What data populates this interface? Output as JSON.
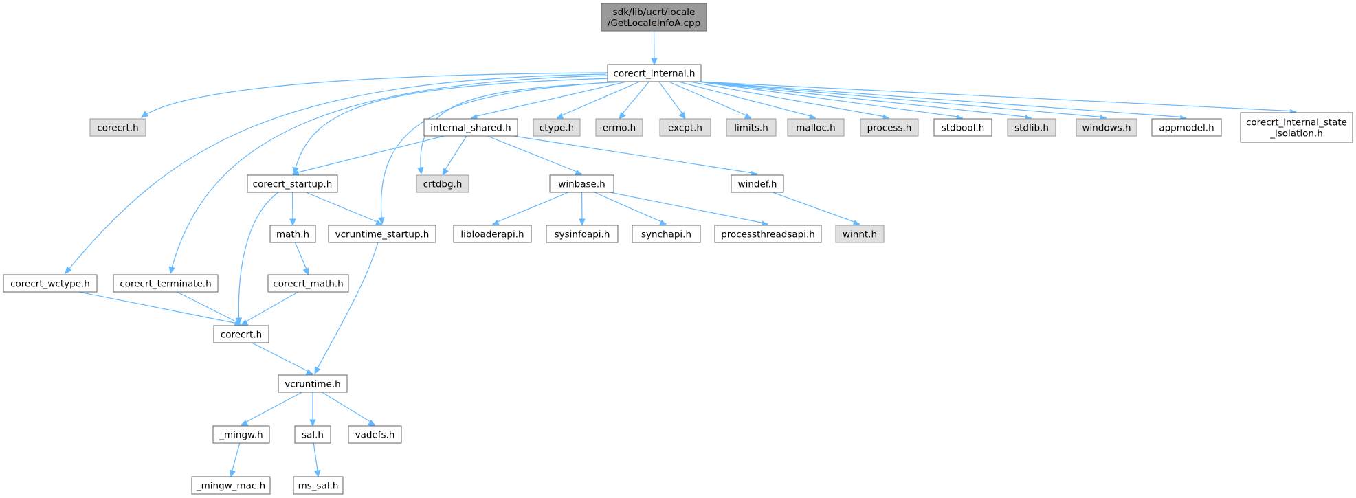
{
  "diagram": {
    "type": "include-dependency-graph",
    "nodes": [
      {
        "id": "root",
        "lines": [
          "sdk/lib/ucrt/locale",
          "/GetLocaleInfoA.cpp"
        ],
        "kind": "main"
      },
      {
        "id": "corecrt_internal",
        "lines": [
          "corecrt_internal.h"
        ],
        "kind": "link"
      },
      {
        "id": "corecrt_top",
        "lines": [
          "corecrt.h"
        ],
        "kind": "external"
      },
      {
        "id": "internal_shared",
        "lines": [
          "internal_shared.h"
        ],
        "kind": "link"
      },
      {
        "id": "ctype",
        "lines": [
          "ctype.h"
        ],
        "kind": "external"
      },
      {
        "id": "errno",
        "lines": [
          "errno.h"
        ],
        "kind": "external"
      },
      {
        "id": "excpt",
        "lines": [
          "excpt.h"
        ],
        "kind": "external"
      },
      {
        "id": "limits",
        "lines": [
          "limits.h"
        ],
        "kind": "external"
      },
      {
        "id": "malloc",
        "lines": [
          "malloc.h"
        ],
        "kind": "external"
      },
      {
        "id": "process",
        "lines": [
          "process.h"
        ],
        "kind": "external"
      },
      {
        "id": "stdbool",
        "lines": [
          "stdbool.h"
        ],
        "kind": "link"
      },
      {
        "id": "stdlib",
        "lines": [
          "stdlib.h"
        ],
        "kind": "external"
      },
      {
        "id": "windows",
        "lines": [
          "windows.h"
        ],
        "kind": "external"
      },
      {
        "id": "appmodel",
        "lines": [
          "appmodel.h"
        ],
        "kind": "link"
      },
      {
        "id": "state_isolation",
        "lines": [
          "corecrt_internal_state",
          "_isolation.h"
        ],
        "kind": "link"
      },
      {
        "id": "corecrt_startup",
        "lines": [
          "corecrt_startup.h"
        ],
        "kind": "link"
      },
      {
        "id": "crtdbg",
        "lines": [
          "crtdbg.h"
        ],
        "kind": "external"
      },
      {
        "id": "winbase",
        "lines": [
          "winbase.h"
        ],
        "kind": "link"
      },
      {
        "id": "windef",
        "lines": [
          "windef.h"
        ],
        "kind": "link"
      },
      {
        "id": "math",
        "lines": [
          "math.h"
        ],
        "kind": "link"
      },
      {
        "id": "vcruntime_startup",
        "lines": [
          "vcruntime_startup.h"
        ],
        "kind": "link"
      },
      {
        "id": "libloaderapi",
        "lines": [
          "libloaderapi.h"
        ],
        "kind": "link"
      },
      {
        "id": "sysinfoapi",
        "lines": [
          "sysinfoapi.h"
        ],
        "kind": "link"
      },
      {
        "id": "synchapi",
        "lines": [
          "synchapi.h"
        ],
        "kind": "link"
      },
      {
        "id": "processthreadsapi",
        "lines": [
          "processthreadsapi.h"
        ],
        "kind": "link"
      },
      {
        "id": "winnt",
        "lines": [
          "winnt.h"
        ],
        "kind": "external"
      },
      {
        "id": "corecrt_wctype",
        "lines": [
          "corecrt_wctype.h"
        ],
        "kind": "link"
      },
      {
        "id": "corecrt_terminate",
        "lines": [
          "corecrt_terminate.h"
        ],
        "kind": "link"
      },
      {
        "id": "corecrt_math",
        "lines": [
          "corecrt_math.h"
        ],
        "kind": "link"
      },
      {
        "id": "corecrt",
        "lines": [
          "corecrt.h"
        ],
        "kind": "link"
      },
      {
        "id": "vcruntime",
        "lines": [
          "vcruntime.h"
        ],
        "kind": "link"
      },
      {
        "id": "mingw",
        "lines": [
          "_mingw.h"
        ],
        "kind": "link"
      },
      {
        "id": "sal",
        "lines": [
          "sal.h"
        ],
        "kind": "link"
      },
      {
        "id": "vadefs",
        "lines": [
          "vadefs.h"
        ],
        "kind": "link"
      },
      {
        "id": "mingw_mac",
        "lines": [
          "_mingw_mac.h"
        ],
        "kind": "link"
      },
      {
        "id": "ms_sal",
        "lines": [
          "ms_sal.h"
        ],
        "kind": "link"
      }
    ],
    "edges": [
      [
        "root",
        "corecrt_internal"
      ],
      [
        "corecrt_internal",
        "corecrt_top"
      ],
      [
        "corecrt_internal",
        "internal_shared"
      ],
      [
        "corecrt_internal",
        "ctype"
      ],
      [
        "corecrt_internal",
        "errno"
      ],
      [
        "corecrt_internal",
        "excpt"
      ],
      [
        "corecrt_internal",
        "limits"
      ],
      [
        "corecrt_internal",
        "malloc"
      ],
      [
        "corecrt_internal",
        "process"
      ],
      [
        "corecrt_internal",
        "stdbool"
      ],
      [
        "corecrt_internal",
        "stdlib"
      ],
      [
        "corecrt_internal",
        "windows"
      ],
      [
        "corecrt_internal",
        "appmodel"
      ],
      [
        "corecrt_internal",
        "state_isolation"
      ],
      [
        "corecrt_internal",
        "corecrt_startup"
      ],
      [
        "corecrt_internal",
        "crtdbg"
      ],
      [
        "corecrt_internal",
        "vcruntime_startup"
      ],
      [
        "corecrt_internal",
        "corecrt_wctype"
      ],
      [
        "corecrt_internal",
        "corecrt_terminate"
      ],
      [
        "internal_shared",
        "corecrt_startup"
      ],
      [
        "internal_shared",
        "crtdbg"
      ],
      [
        "internal_shared",
        "winbase"
      ],
      [
        "internal_shared",
        "windef"
      ],
      [
        "corecrt_startup",
        "math"
      ],
      [
        "corecrt_startup",
        "vcruntime_startup"
      ],
      [
        "corecrt_startup",
        "corecrt"
      ],
      [
        "winbase",
        "libloaderapi"
      ],
      [
        "winbase",
        "sysinfoapi"
      ],
      [
        "winbase",
        "synchapi"
      ],
      [
        "winbase",
        "processthreadsapi"
      ],
      [
        "windef",
        "winnt"
      ],
      [
        "math",
        "corecrt_math"
      ],
      [
        "vcruntime_startup",
        "vcruntime"
      ],
      [
        "corecrt_wctype",
        "corecrt"
      ],
      [
        "corecrt_terminate",
        "corecrt"
      ],
      [
        "corecrt_math",
        "corecrt"
      ],
      [
        "corecrt",
        "vcruntime"
      ],
      [
        "vcruntime",
        "mingw"
      ],
      [
        "vcruntime",
        "sal"
      ],
      [
        "vcruntime",
        "vadefs"
      ],
      [
        "mingw",
        "mingw_mac"
      ],
      [
        "sal",
        "ms_sal"
      ]
    ]
  },
  "colors": {
    "edge": "#63b8ff",
    "main_fill": "#999999",
    "link_fill": "#ffffff",
    "external_fill": "#e0e0e0",
    "border": "#666666",
    "external_border": "#999999"
  }
}
